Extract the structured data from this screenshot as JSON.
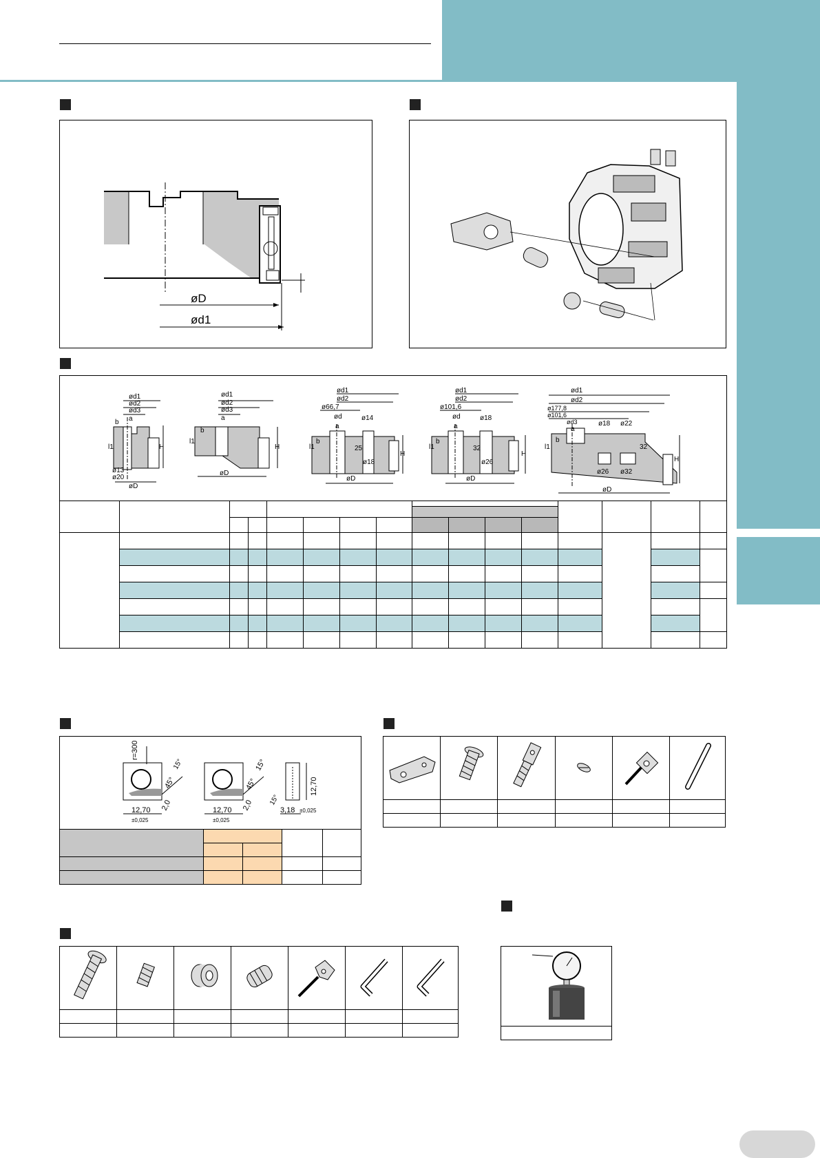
{
  "fig_cross_section": {
    "labels": [
      "øD",
      "ød1"
    ]
  },
  "fig_variants": {
    "v1": [
      "ød1",
      "ød2",
      "ød3",
      "a",
      "b",
      "l1",
      "H",
      "ø13",
      "ø20",
      "øD"
    ],
    "v2": [
      "ød1",
      "ød2",
      "ød3",
      "a",
      "b",
      "l1",
      "H",
      "øD"
    ],
    "v3": [
      "ød1",
      "ød2",
      "ø66,7",
      "ød",
      "a",
      "ø14",
      "b",
      "l1",
      "25",
      "ø18",
      "H",
      "øD"
    ],
    "v4": [
      "ød1",
      "ød2",
      "ø101,6",
      "ød",
      "a",
      "ø18",
      "b",
      "l1",
      "32",
      "ø26",
      "H",
      "øD"
    ],
    "v5": [
      "ød1",
      "ød2",
      "ø177,8",
      "ø101,6",
      "ød3",
      "a",
      "ø18",
      "ø22",
      "b",
      "l1",
      "32",
      "ø26",
      "ø32",
      "H",
      "øD"
    ]
  },
  "fig_insert": {
    "labels": [
      "r=300",
      "15°",
      "45°",
      "12,70",
      "±0,025",
      "2,0",
      "15°",
      "45°",
      "12,70",
      "±0,025",
      "2,0",
      "12,70",
      "15°",
      "3,18",
      "±0,025"
    ]
  },
  "colors": {
    "accent": "#82bcc6",
    "stripe": "#bcdadf",
    "highlight": "#fcd9b0"
  }
}
